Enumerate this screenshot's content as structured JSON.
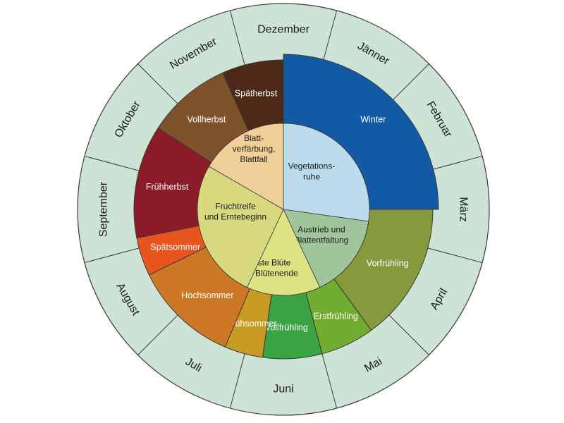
{
  "months": [
    "November",
    "Dezember",
    "Jänner",
    "Februar",
    "März",
    "April",
    "Mai",
    "Juni",
    "Juli",
    "August",
    "September",
    "Oktober"
  ],
  "seasons": [
    {
      "name": "Winter",
      "color": "#1259a6",
      "text_color": "#ffffff"
    },
    {
      "name": "Vorfrühling",
      "color": "#869a3d",
      "text_color": "#ffffff"
    },
    {
      "name": "Erstfrühling",
      "color": "#6fac2f",
      "text_color": "#ffffff"
    },
    {
      "name": "Vollfrühling",
      "color": "#3aa444",
      "text_color": "#ffffff"
    },
    {
      "name": "Frühsommer",
      "color": "#c89b22",
      "text_color": "#ffffff"
    },
    {
      "name": "Hochsommer",
      "color": "#cd7826",
      "text_color": "#ffffff"
    },
    {
      "name": "Spätsommer",
      "color": "#e8541d",
      "text_color": "#ffffff"
    },
    {
      "name": "Frühherbst",
      "color": "#8b1b27",
      "text_color": "#ffffff"
    },
    {
      "name": "Vollherbst",
      "color": "#80522b",
      "text_color": "#ffffff"
    },
    {
      "name": "Spätherbst",
      "color": "#4c2a17",
      "text_color": "#ffffff"
    }
  ],
  "phases": [
    {
      "lines": [
        "Vegetations-",
        "ruhe"
      ],
      "color": "#bcdcee"
    },
    {
      "lines": [
        "Austrieb und",
        "Blattentfaltung"
      ],
      "color": "#a0c59b"
    },
    {
      "lines": [
        "Erste Blüte",
        "bis Blütenende"
      ],
      "color": "#dde383"
    },
    {
      "lines": [
        "Fruchtreife",
        "und Erntebeginn"
      ],
      "color": "#d8d97f"
    },
    {
      "lines": [
        "Blatt-",
        "verfärbung,",
        "Blattfall"
      ],
      "color": "#f0cf99"
    }
  ],
  "colors": {
    "month_ring": "#cde3d5",
    "outline": "#3a3a3a"
  }
}
